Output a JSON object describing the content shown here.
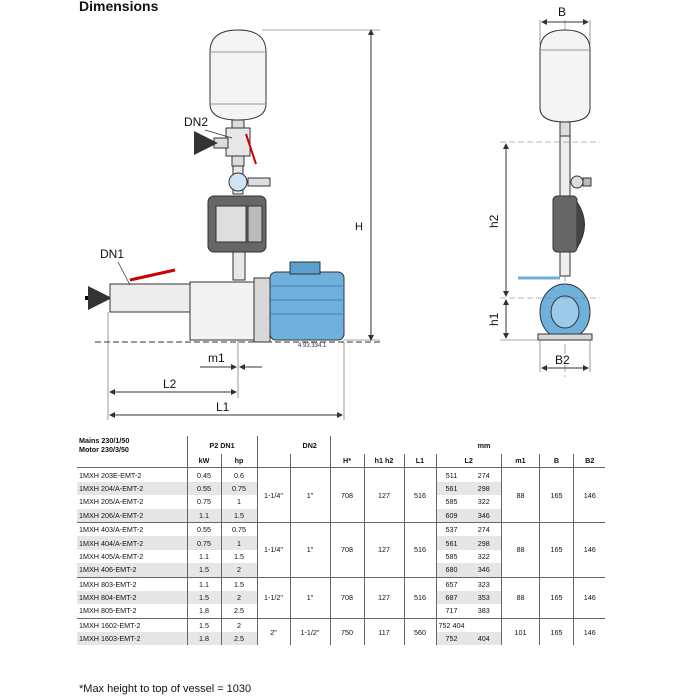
{
  "page": {
    "title": "Dimensions",
    "footnote": "*Max height to top of vessel = 1030"
  },
  "drawing": {
    "labels": {
      "dn2": "DN2",
      "dn1": "DN1",
      "h": "H",
      "m1": "m1",
      "l1": "L1",
      "l2": "L2",
      "b": "B",
      "b2": "B2",
      "h1": "h1",
      "h2": "h2",
      "part_code": "4.93.334.1"
    }
  },
  "table": {
    "header": {
      "mains": "Mains 230/1/50",
      "motor": "Motor 230/3/50",
      "p2": "P2",
      "dn1": "DN1",
      "dn2": "DN2",
      "mm": "mm",
      "kw": "kW",
      "hp": "hp",
      "h_star": "H*",
      "h1h2": "h1 h2",
      "l1": "L1",
      "l2": "L2",
      "m1": "m1",
      "b": "B",
      "b2": "B2"
    },
    "groups": [
      {
        "dn1": "1-1/4\"",
        "dn2": "1\"",
        "h": "708",
        "h1": "127",
        "l1": "516",
        "m1": "88",
        "b": "165",
        "b2": "146",
        "rows": [
          {
            "model": "1MXH 203E-EMT-2",
            "kw": "0.45",
            "hp": "0.6",
            "l2": "511",
            "h2": "274"
          },
          {
            "model": "1MXH 204/A-EMT-2",
            "kw": "0.55",
            "hp": "0.75",
            "l2": "561",
            "h2": "298"
          },
          {
            "model": "1MXH 205/A-EMT-2",
            "kw": "0.75",
            "hp": "1",
            "l2": "585",
            "h2": "322"
          },
          {
            "model": "1MXH 206/A-EMT-2",
            "kw": "1.1",
            "hp": "1.5",
            "l2": "609",
            "h2": "346"
          }
        ]
      },
      {
        "dn1": "1-1/4\"",
        "dn2": "1\"",
        "h": "708",
        "h1": "127",
        "l1": "516",
        "m1": "88",
        "b": "165",
        "b2": "146",
        "rows": [
          {
            "model": "1MXH 403/A-EMT-2",
            "kw": "0.55",
            "hp": "0.75",
            "l2": "537",
            "h2": "274"
          },
          {
            "model": "1MXH 404/A-EMT-2",
            "kw": "0.75",
            "hp": "1",
            "l2": "561",
            "h2": "298"
          },
          {
            "model": "1MXH 405/A-EMT-2",
            "kw": "1.1",
            "hp": "1.5",
            "l2": "585",
            "h2": "322"
          },
          {
            "model": "1MXH 406-EMT-2",
            "kw": "1.5",
            "hp": "2",
            "l2": "680",
            "h2": "346"
          }
        ]
      },
      {
        "dn1": "1-1/2\"",
        "dn2": "1\"",
        "h": "708",
        "h1": "127",
        "l1": "516",
        "m1": "88",
        "b": "165",
        "b2": "146",
        "rows": [
          {
            "model": "1MXH 803-EMT-2",
            "kw": "1.1",
            "hp": "1.5",
            "l2": "657",
            "h2": "323"
          },
          {
            "model": "1MXH 804-EMT-2",
            "kw": "1.5",
            "hp": "2",
            "l2": "687",
            "h2": "353"
          },
          {
            "model": "1MXH 805-EMT-2",
            "kw": "1.8",
            "hp": "2.5",
            "l2": "717",
            "h2": "383"
          }
        ]
      },
      {
        "dn1": "2\"",
        "dn2": "1-1/2\"",
        "h": "750",
        "h1": "117",
        "l1": "560",
        "m1": "101",
        "b": "165",
        "b2": "146",
        "rows": [
          {
            "model": "1MXH 1602-EMT-2",
            "kw": "1.5",
            "hp": "2",
            "l2": "752 404",
            "h2": ""
          },
          {
            "model": "1MXH 1603-EMT-2",
            "kw": "1.8",
            "hp": "2.5",
            "l2": "752",
            "h2": "404"
          }
        ]
      }
    ]
  }
}
